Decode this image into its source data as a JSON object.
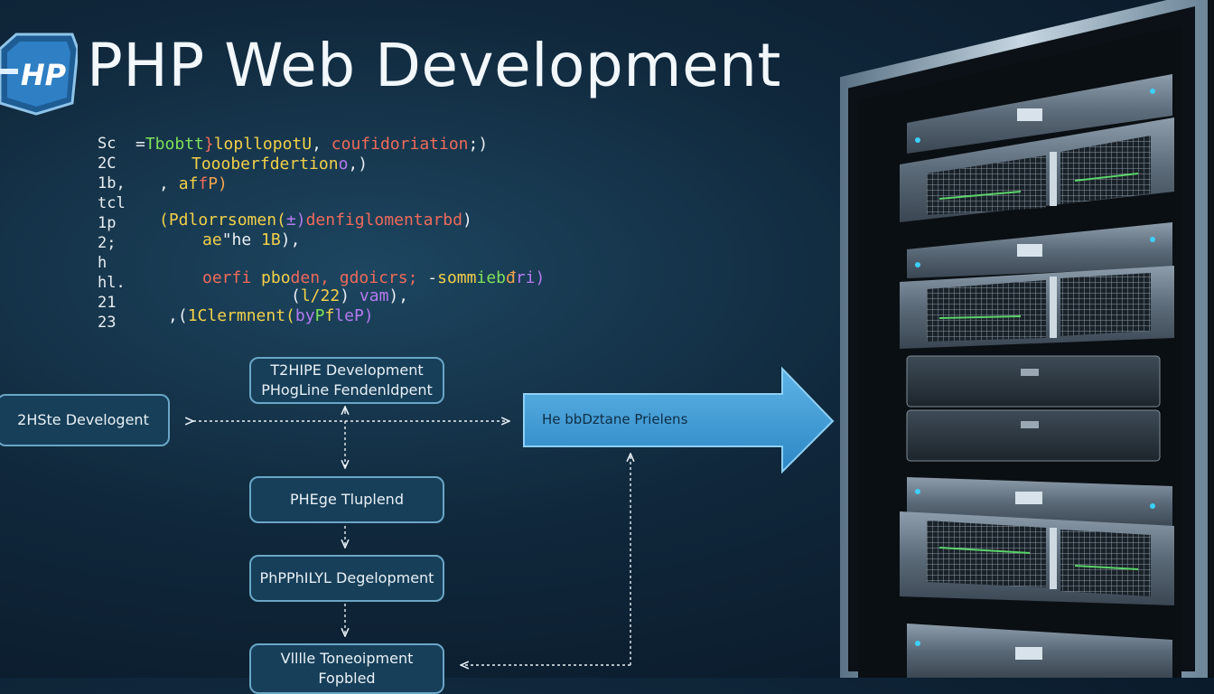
{
  "header": {
    "logo_text": "HP",
    "title": "PHP Web Development"
  },
  "code": {
    "line_numbers": [
      "Sc",
      "2C",
      "1b,",
      "tcl",
      "1p",
      "2;",
      "h",
      "hl.",
      "21",
      "23"
    ],
    "lines": [
      [
        {
          "t": "=",
          "c": "w"
        },
        {
          "t": "Tbobtt",
          "c": "g"
        },
        {
          "t": "}",
          "c": "r"
        },
        {
          "t": "lopllopotU",
          "c": "y"
        },
        {
          "t": ", ",
          "c": "w"
        },
        {
          "t": "coufidoriation",
          "c": "r"
        },
        {
          "t": ";)",
          "c": "w"
        }
      ],
      [
        {
          "t": "Toooberfdertion",
          "c": "y"
        },
        {
          "t": "o",
          "c": "p"
        },
        {
          "t": ",)",
          "c": "w"
        }
      ],
      [
        {
          "t": ", ",
          "c": "w"
        },
        {
          "t": "af",
          "c": "y"
        },
        {
          "t": "f",
          "c": "r"
        },
        {
          "t": "P)",
          "c": "o"
        }
      ],
      [
        {
          "t": "(Pdlorrsomen(",
          "c": "y"
        },
        {
          "t": "±)",
          "c": "p"
        },
        {
          "t": "denfiglomentarbd",
          "c": "r"
        },
        {
          "t": ")",
          "c": "w"
        }
      ],
      [
        {
          "t": "ae",
          "c": "y"
        },
        {
          "t": "\"he ",
          "c": "w"
        },
        {
          "t": "1B",
          "c": "y"
        },
        {
          "t": "),",
          "c": "w"
        }
      ],
      [
        {
          "t": "oerfi ",
          "c": "r"
        },
        {
          "t": "pbo",
          "c": "y"
        },
        {
          "t": "den, ",
          "c": "r"
        },
        {
          "t": "gdoicrs; ",
          "c": "r"
        },
        {
          "t": "-",
          "c": "w"
        },
        {
          "t": "somm",
          "c": "y"
        },
        {
          "t": "ieb",
          "c": "g"
        },
        {
          "t": "đ",
          "c": "o"
        },
        {
          "t": "ri)",
          "c": "p"
        }
      ],
      [
        {
          "t": "(",
          "c": "w"
        },
        {
          "t": "l/22",
          "c": "y"
        },
        {
          "t": ") ",
          "c": "w"
        },
        {
          "t": "vam",
          "c": "p"
        },
        {
          "t": "),",
          "c": "w"
        }
      ],
      [
        {
          "t": ",(",
          "c": "w"
        },
        {
          "t": "1Clermnent(",
          "c": "y"
        },
        {
          "t": "by",
          "c": "p"
        },
        {
          "t": "P",
          "c": "g"
        },
        {
          "t": "f",
          "c": "y"
        },
        {
          "t": "leP)",
          "c": "p"
        }
      ]
    ]
  },
  "flow": {
    "top_box": [
      "T2HIPE Development",
      "PHogLine Fendenldpent"
    ],
    "left_box": "2HSte Develogent",
    "arrow_box": "He bbDztane Prielens",
    "box_template": "PHEge Tluplend",
    "box_dev": "PhPPhILYL Degelopment",
    "box_bottom": [
      "Vlllle Toneoipment",
      "Fopbled"
    ]
  }
}
